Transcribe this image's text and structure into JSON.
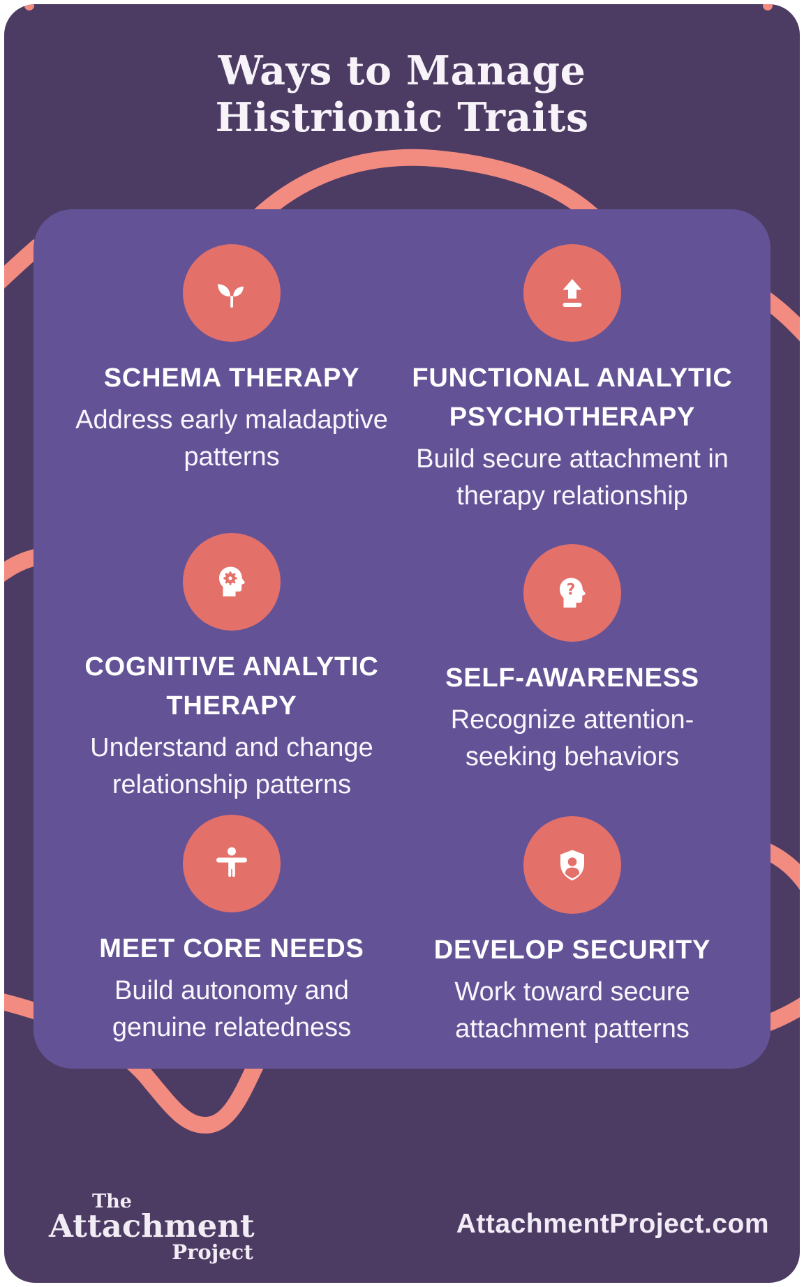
{
  "poster": {
    "title_lines": [
      "Ways to Manage",
      "Histrionic Traits"
    ],
    "items": [
      {
        "icon": "sprout-icon",
        "title_lines": [
          "SCHEMA THERAPY"
        ],
        "description_lines": [
          "Address early maladaptive",
          "patterns"
        ]
      },
      {
        "icon": "upload-arrow-icon",
        "title_lines": [
          "FUNCTIONAL ANALYTIC",
          "PSYCHOTHERAPY"
        ],
        "description_lines": [
          "Build secure attachment in",
          "therapy relationship"
        ]
      },
      {
        "icon": "head-gear-icon",
        "title_lines": [
          "COGNITIVE ANALYTIC",
          "THERAPY"
        ],
        "description_lines": [
          "Understand and change",
          "relationship patterns"
        ]
      },
      {
        "icon": "head-question-icon",
        "title_lines": [
          "SELF-AWARENESS"
        ],
        "description_lines": [
          "Recognize attention-",
          "seeking behaviors"
        ]
      },
      {
        "icon": "person-arms-out-icon",
        "title_lines": [
          "MEET CORE NEEDS"
        ],
        "description_lines": [
          "Build autonomy and",
          "genuine relatedness"
        ]
      },
      {
        "icon": "shield-person-icon",
        "title_lines": [
          "DEVELOP SECURITY"
        ],
        "description_lines": [
          "Work toward secure",
          "attachment patterns"
        ]
      }
    ],
    "icon_glyphs": {
      "question_mark": "?"
    },
    "footer": {
      "logo_line1": "The",
      "logo_line2": "Attachment",
      "logo_line3": "Project",
      "website": "AttachmentProject.com"
    },
    "colors": {
      "background": "#4C3B63",
      "card": "#635396",
      "icon_circle": "#E4706A",
      "ribbon": "#F28B80",
      "text": "#FFFFFF"
    }
  }
}
